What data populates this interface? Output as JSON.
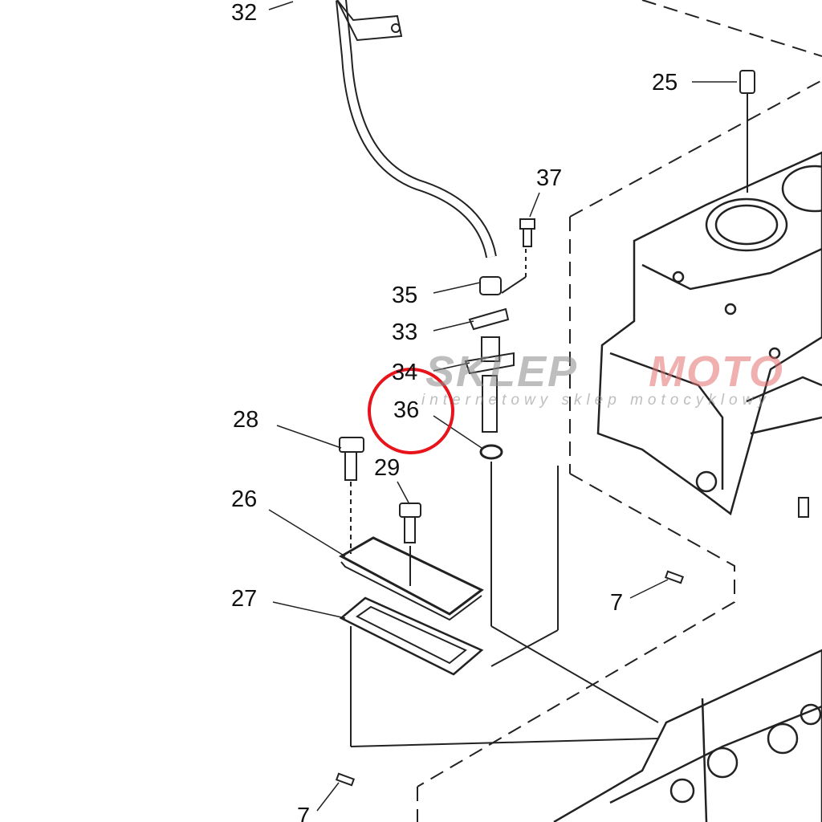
{
  "labels": {
    "l32": "32",
    "l25": "25",
    "l37": "37",
    "l35": "35",
    "l33": "33",
    "l34": "34",
    "l36": "36",
    "l28": "28",
    "l29": "29",
    "l26": "26",
    "l27": "27",
    "l7a": "7",
    "l7b": "7"
  },
  "watermark": {
    "brand_gray": "SKLEP",
    "brand_red": "MOTO",
    "tagline": "internetowy sklep motocyklowy"
  },
  "colors": {
    "highlight": "#e8141b",
    "line": "#222222",
    "watermark_gray": "#8a8a8a",
    "watermark_red": "#e57070"
  }
}
